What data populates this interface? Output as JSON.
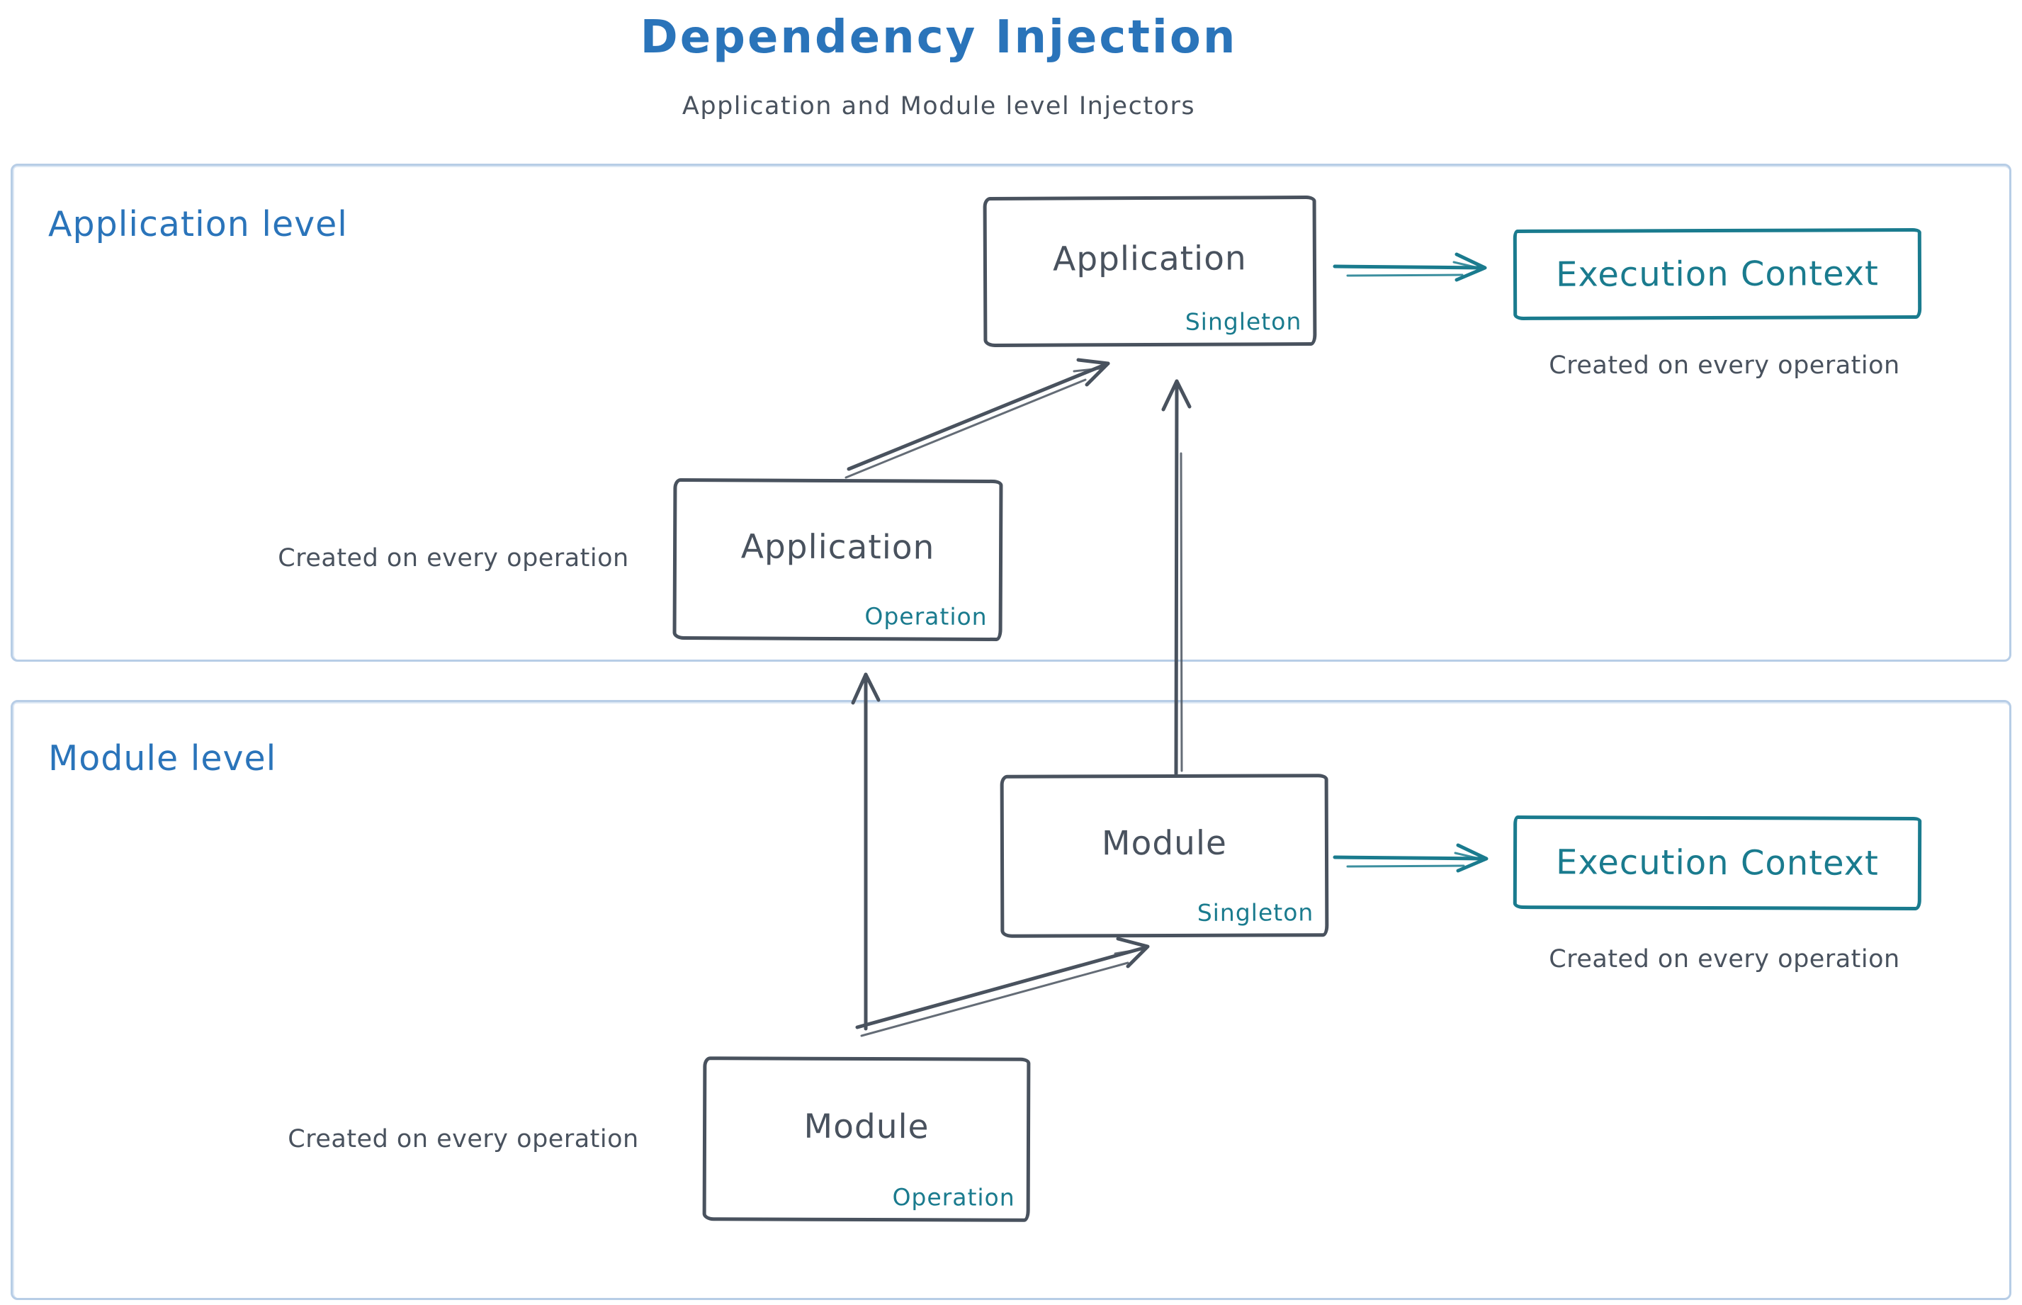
{
  "title": "Dependency Injection",
  "subtitle": "Application and Module level Injectors",
  "colors": {
    "accent_blue": "#2a74ba",
    "accent_teal": "#1a7b8e",
    "stroke_dark": "#49525e",
    "container_border": "#b7cde6"
  },
  "sections": {
    "application": {
      "label": "Application level",
      "singleton_box": {
        "title": "Application",
        "tag": "Singleton"
      },
      "operation_box": {
        "title": "Application",
        "tag": "Operation"
      },
      "operation_caption": "Created on every operation",
      "execution_context": {
        "label": "Execution Context",
        "caption": "Created on every operation"
      }
    },
    "module": {
      "label": "Module level",
      "singleton_box": {
        "title": "Module",
        "tag": "Singleton"
      },
      "operation_box": {
        "title": "Module",
        "tag": "Operation"
      },
      "operation_caption": "Created on every operation",
      "execution_context": {
        "label": "Execution Context",
        "caption": "Created on every operation"
      }
    }
  },
  "arrows": [
    {
      "from": "application-operation",
      "to": "application-singleton",
      "color": "dark"
    },
    {
      "from": "module-singleton",
      "to": "application-singleton",
      "color": "dark"
    },
    {
      "from": "application-singleton",
      "to": "application-execution-context",
      "color": "teal"
    },
    {
      "from": "module-operation",
      "to": "application-operation",
      "color": "dark"
    },
    {
      "from": "module-operation",
      "to": "module-singleton",
      "color": "dark"
    },
    {
      "from": "module-singleton",
      "to": "module-execution-context",
      "color": "teal"
    }
  ]
}
